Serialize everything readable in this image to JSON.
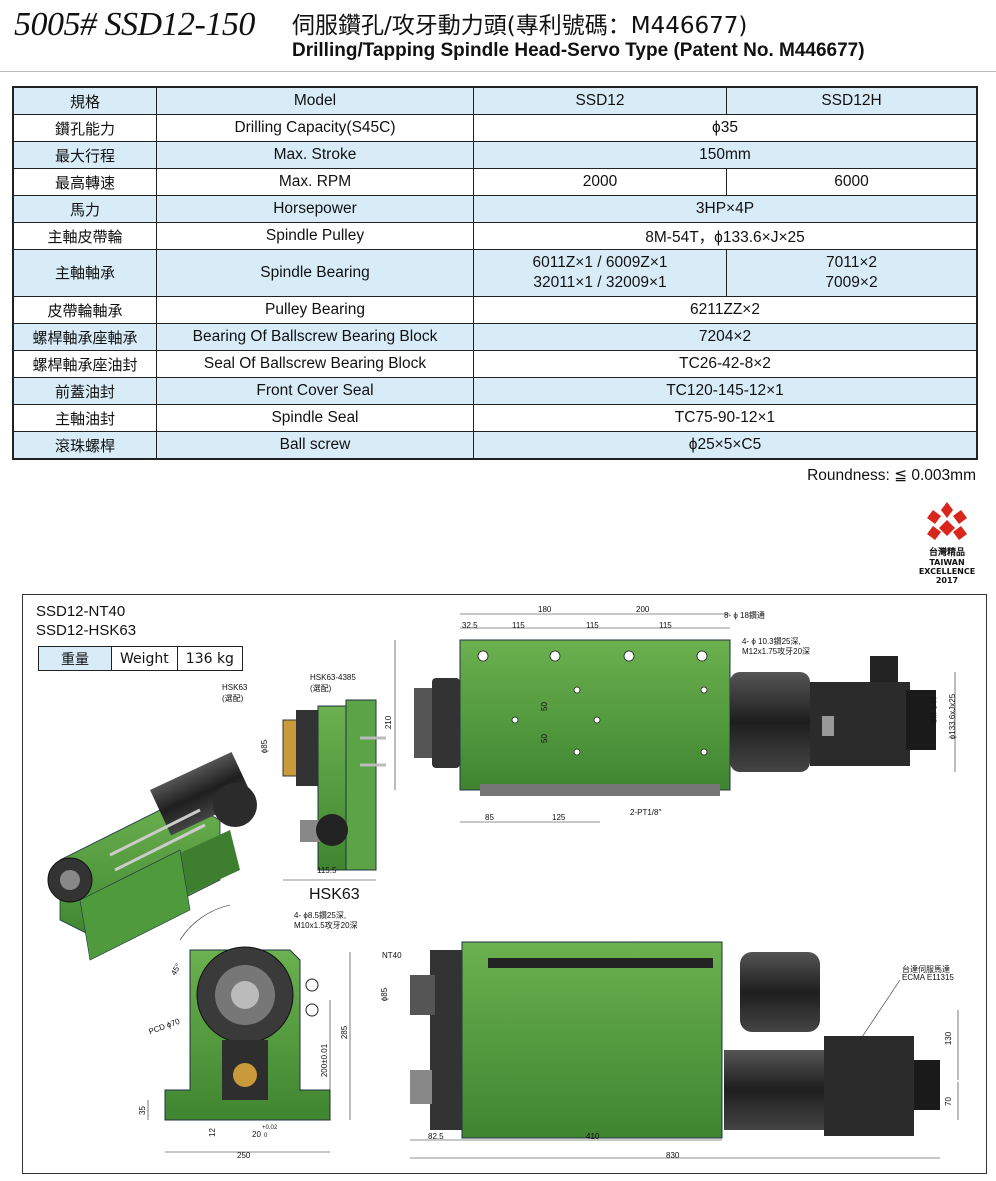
{
  "header": {
    "code": "5005# SSD12-150",
    "title_zh": "伺服鑽孔/攻牙動力頭(專利號碼：M446677)",
    "title_en": "Drilling/Tapping Spindle Head-Servo Type (Patent No. M446677)"
  },
  "spec_table": {
    "columns": [
      "規格",
      "Model",
      "SSD12",
      "SSD12H"
    ],
    "rows": [
      {
        "zh": "鑽孔能力",
        "en": "Drilling Capacity(S45C)",
        "value": "ϕ35"
      },
      {
        "zh": "最大行程",
        "en": "Max. Stroke",
        "value": "150mm"
      },
      {
        "zh": "最高轉速",
        "en": "Max. RPM",
        "ssd12": "2000",
        "ssd12h": "6000"
      },
      {
        "zh": "馬力",
        "en": "Horsepower",
        "value": "3HP×4P"
      },
      {
        "zh": "主軸皮帶輪",
        "en": "Spindle Pulley",
        "value": "8M-54T，ϕ133.6×J×25"
      },
      {
        "zh": "主軸軸承",
        "en": "Spindle Bearing",
        "ssd12_l1": "6011Z×1 / 6009Z×1",
        "ssd12_l2": "32011×1 / 32009×1",
        "ssd12h_l1": "7011×2",
        "ssd12h_l2": "7009×2"
      },
      {
        "zh": "皮帶輪軸承",
        "en": "Pulley Bearing",
        "value": "6211ZZ×2"
      },
      {
        "zh": "螺桿軸承座軸承",
        "en": "Bearing Of Ballscrew Bearing Block",
        "value": "7204×2"
      },
      {
        "zh": "螺桿軸承座油封",
        "en": "Seal Of Ballscrew Bearing Block",
        "value": "TC26-42-8×2"
      },
      {
        "zh": "前蓋油封",
        "en": "Front Cover Seal",
        "value": "TC120-145-12×1"
      },
      {
        "zh": "主軸油封",
        "en": "Spindle Seal",
        "value": "TC75-90-12×1"
      },
      {
        "zh": "滾珠螺桿",
        "en": "Ball screw",
        "value": "ϕ25×5×C5"
      }
    ]
  },
  "roundness": "Roundness: ≦ 0.003mm",
  "badge": {
    "l1": "台灣精品",
    "l2": "TAIWAN EXCELLENCE",
    "l3": "2017"
  },
  "drawing": {
    "model1": "SSD12-NT40",
    "model2": "SSD12-HSK63",
    "weight": {
      "zh": "重量",
      "en": "Weight",
      "value": "136 kg"
    },
    "hsk_title": "HSK63",
    "labels": {
      "hsk63_opt": "HSK63",
      "hsk63_opt2": "(選配)",
      "hsk4385": "HSK63-4385",
      "hsk4385_opt": "(選配)",
      "d85a": "ϕ85",
      "d1155": "115.5",
      "d180": "180",
      "d200": "200",
      "d325": "32.5",
      "d115a": "115",
      "d115b": "115",
      "d115c": "115",
      "holes8": "8- ϕ 18鑽通",
      "holes4a": "4- ϕ 10.3鑽25深,",
      "holes4b": "M12x1.75攻牙20深",
      "d210": "210",
      "d50a": "50",
      "d50b": "50",
      "d85b": "85",
      "d125": "125",
      "pt": "2-PT1/8\"",
      "pulley1": "8M-54T",
      "pulley2": "ϕ133.6xJx25",
      "holes4c": "4- ϕ8.5鑽25深,",
      "holes4d": "M10x1.5攻牙20深",
      "deg45": "45°",
      "pcd": "PCD ϕ70",
      "d285": "285",
      "d200b": "200±0.01",
      "d35": "35",
      "d12": "12",
      "d20": "20",
      "d20tol": "+0.02",
      "d20tol2": "0",
      "d250": "250",
      "nt40": "NT40",
      "d85c": "ϕ85",
      "motor1": "台達伺服馬達",
      "motor2": "ECMA E11315",
      "d130": "130",
      "d70": "70",
      "d825": "82.5",
      "d410": "410",
      "d830": "830"
    }
  },
  "colors": {
    "table_blue": "#d8ecf8",
    "machine_green": "#4f9a3c",
    "motor_dark": "#2b2b2b"
  }
}
